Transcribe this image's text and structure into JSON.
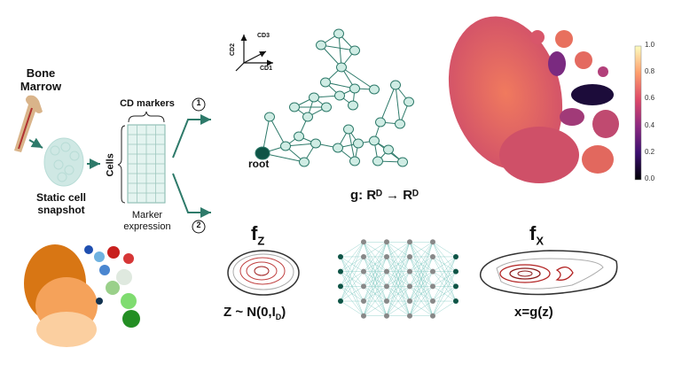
{
  "left": {
    "bone_marrow_label": "Bone Marrow",
    "snapshot_label": "Static cell snapshot",
    "cd_markers_label": "CD markers",
    "cells_label": "Cells",
    "marker_expression_label": "Marker expression",
    "path1_label": "1",
    "path2_label": "2"
  },
  "graph": {
    "axis_labels": {
      "x": "CD1",
      "y": "CD2",
      "z": "CD3"
    },
    "root_label": "root"
  },
  "mapping_label": "g: Rᴰ → Rᴰ",
  "density": {
    "fz_label": "f",
    "fz_sub": "Z",
    "fz_caption": "Z ~ N(0,I",
    "fz_caption_sub": "D",
    "fz_caption_end": ")",
    "fx_label": "f",
    "fx_sub": "X",
    "fx_caption": "x=g(z)"
  },
  "colorbar": {
    "ticks": [
      "1.0",
      "0.8",
      "0.6",
      "0.4",
      "0.2",
      "0.0"
    ],
    "range": [
      0,
      1
    ],
    "colors": [
      "#000004",
      "#3b0f70",
      "#8c2981",
      "#de4968",
      "#fe9f6d",
      "#fcfdbf"
    ]
  },
  "colors": {
    "teal": "#2e7a6a",
    "node": "#cfece4",
    "root": "#0e5446",
    "red": "#b22222"
  }
}
